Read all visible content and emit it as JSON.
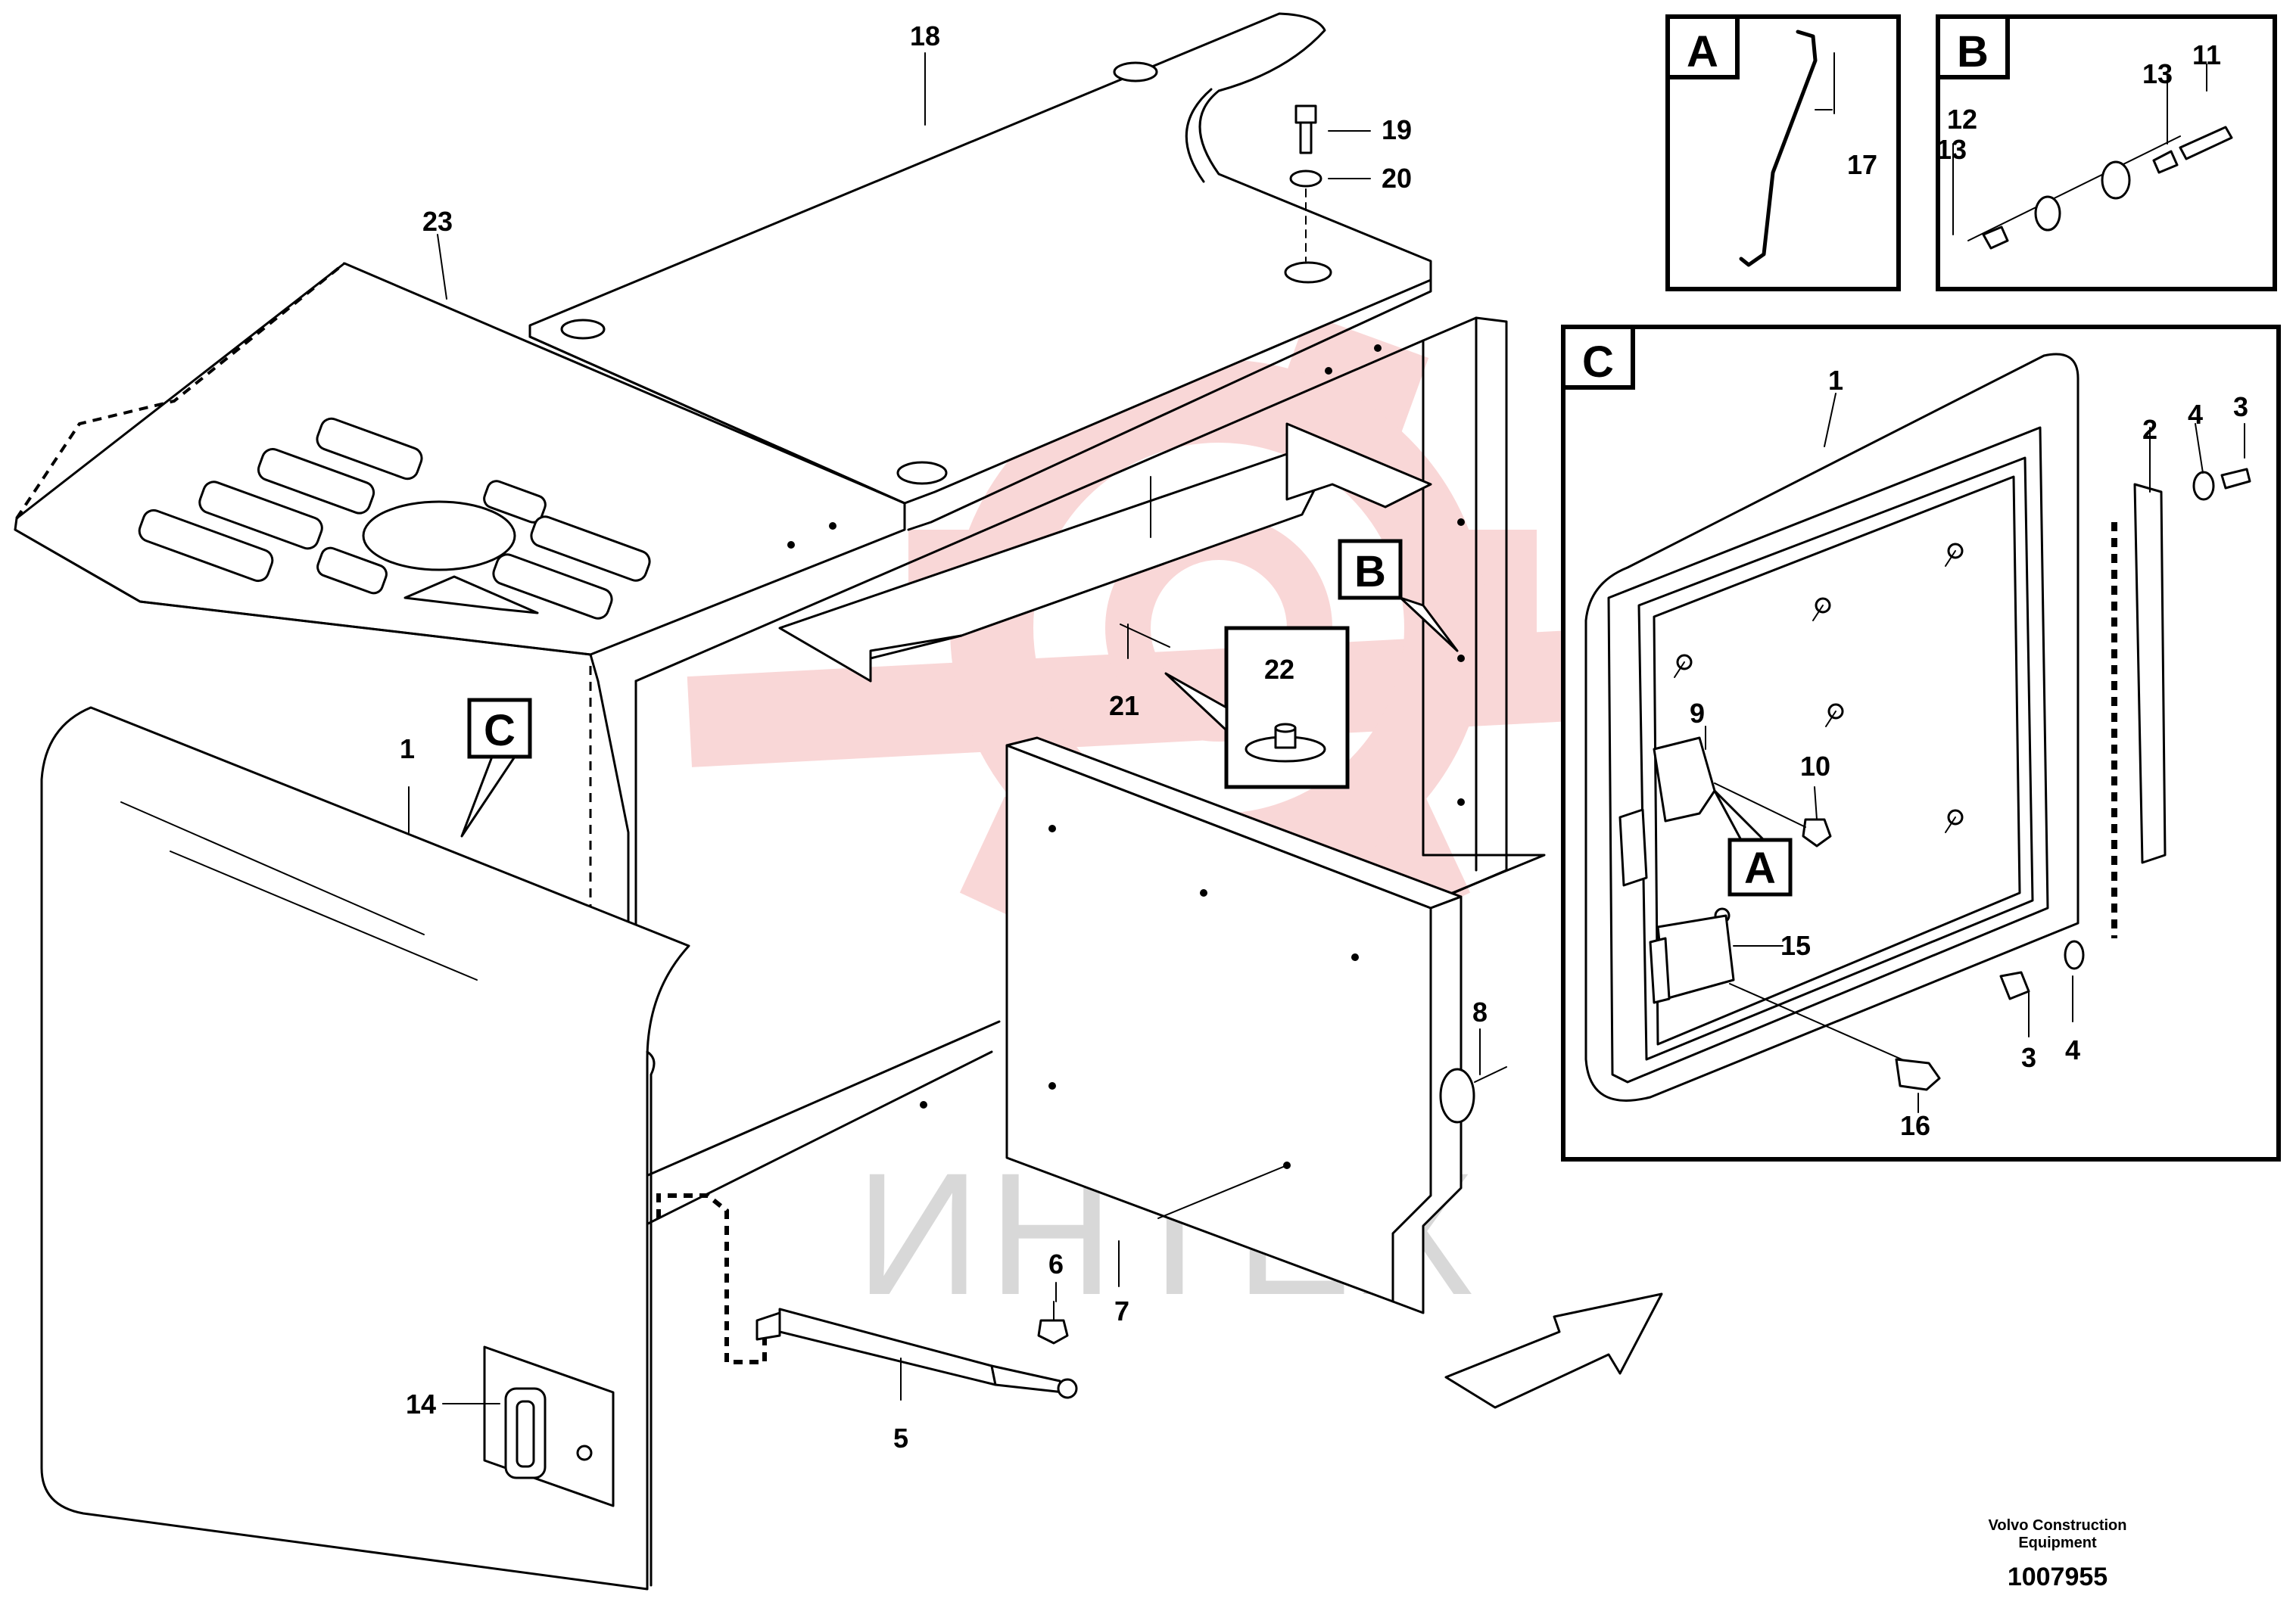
{
  "watermark": {
    "text": "ИНТЕХ",
    "color": "#f4b6b6"
  },
  "callouts": [
    "1",
    "2",
    "3",
    "4",
    "5",
    "6",
    "7",
    "8",
    "9",
    "10",
    "11",
    "12",
    "13",
    "14",
    "15",
    "16",
    "17",
    "18",
    "19",
    "20",
    "21",
    "22",
    "23"
  ],
  "detail_labels": {
    "A": "A",
    "B": "B",
    "C": "C"
  },
  "footer": {
    "company_line1": "Volvo Construction",
    "company_line2": "Equipment",
    "drawing_number": "1007955"
  }
}
